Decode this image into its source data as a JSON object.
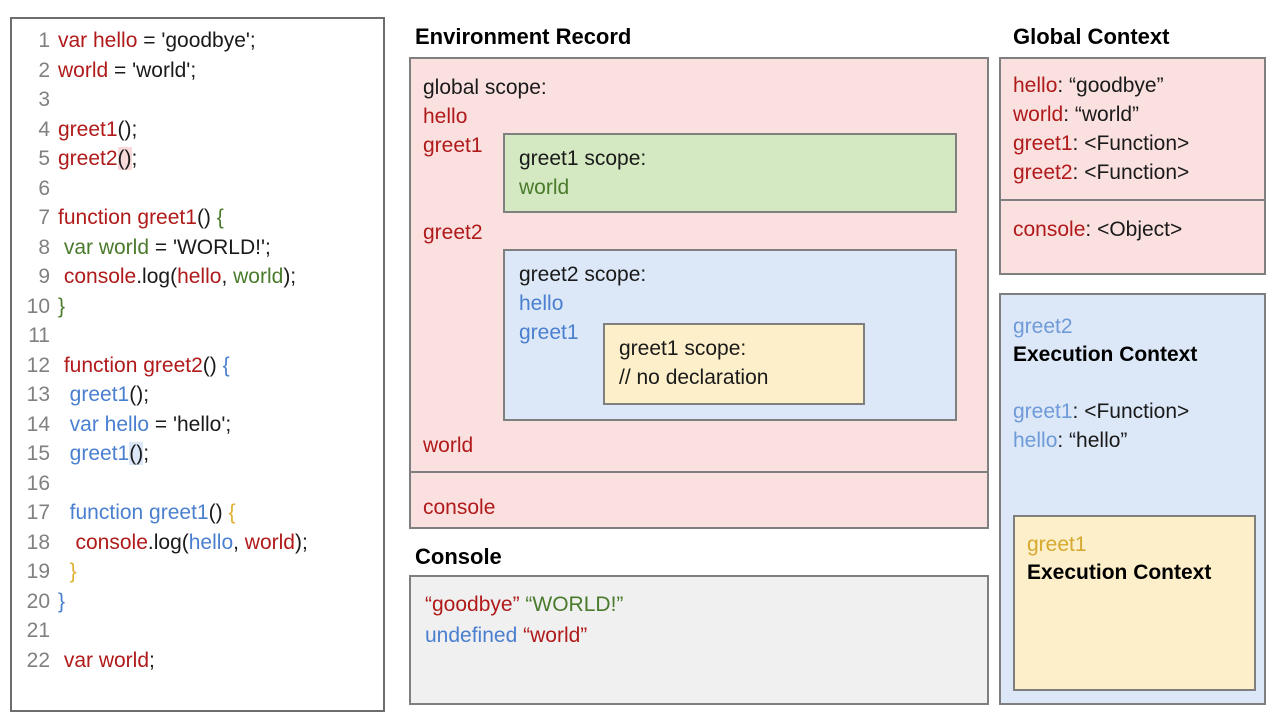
{
  "code": {
    "lines": [
      {
        "n": "1",
        "tokens": [
          {
            "t": "var hello",
            "c": "red"
          },
          {
            "t": " = 'goodbye';",
            "c": "blk"
          }
        ]
      },
      {
        "n": "2",
        "tokens": [
          {
            "t": "world",
            "c": "red"
          },
          {
            "t": " = 'world';",
            "c": "blk"
          }
        ]
      },
      {
        "n": "3",
        "tokens": []
      },
      {
        "n": "4",
        "tokens": [
          {
            "t": "greet1",
            "c": "red"
          },
          {
            "t": "();",
            "c": "blk"
          }
        ]
      },
      {
        "n": "5",
        "tokens": [
          {
            "t": "greet2",
            "c": "red"
          },
          {
            "t": "()",
            "c": "blk",
            "hl": "red"
          },
          {
            "t": ";",
            "c": "blk"
          }
        ]
      },
      {
        "n": "6",
        "tokens": []
      },
      {
        "n": "7",
        "tokens": [
          {
            "t": "function greet1",
            "c": "red"
          },
          {
            "t": "() ",
            "c": "blk"
          },
          {
            "t": "{",
            "c": "green"
          }
        ]
      },
      {
        "n": "8",
        "tokens": [
          {
            "t": " var world",
            "c": "green"
          },
          {
            "t": " = 'WORLD!';",
            "c": "blk"
          }
        ]
      },
      {
        "n": "9",
        "tokens": [
          {
            "t": " console",
            "c": "red"
          },
          {
            "t": ".log(",
            "c": "blk"
          },
          {
            "t": "hello",
            "c": "red"
          },
          {
            "t": ", ",
            "c": "blk"
          },
          {
            "t": "world",
            "c": "green"
          },
          {
            "t": ");",
            "c": "blk"
          }
        ]
      },
      {
        "n": "10",
        "tokens": [
          {
            "t": "}",
            "c": "green"
          }
        ]
      },
      {
        "n": "11",
        "tokens": []
      },
      {
        "n": "12",
        "tokens": [
          {
            "t": " function greet2",
            "c": "red"
          },
          {
            "t": "() ",
            "c": "blk"
          },
          {
            "t": "{",
            "c": "blue"
          }
        ]
      },
      {
        "n": "13",
        "tokens": [
          {
            "t": "  greet1",
            "c": "blue"
          },
          {
            "t": "();",
            "c": "blk"
          }
        ]
      },
      {
        "n": "14",
        "tokens": [
          {
            "t": "  var hello",
            "c": "blue"
          },
          {
            "t": " = 'hello';",
            "c": "blk"
          }
        ]
      },
      {
        "n": "15",
        "tokens": [
          {
            "t": "  greet1",
            "c": "blue"
          },
          {
            "t": "()",
            "c": "blk",
            "hl": "blue"
          },
          {
            "t": ";",
            "c": "blk"
          }
        ]
      },
      {
        "n": "16",
        "tokens": []
      },
      {
        "n": "17",
        "tokens": [
          {
            "t": "  function greet1",
            "c": "blue"
          },
          {
            "t": "() ",
            "c": "blk"
          },
          {
            "t": "{",
            "c": "gold"
          }
        ]
      },
      {
        "n": "18",
        "tokens": [
          {
            "t": "   console",
            "c": "red"
          },
          {
            "t": ".log(",
            "c": "blk"
          },
          {
            "t": "hello",
            "c": "blue"
          },
          {
            "t": ", ",
            "c": "blk"
          },
          {
            "t": "world",
            "c": "red"
          },
          {
            "t": ");",
            "c": "blk"
          }
        ]
      },
      {
        "n": "19",
        "tokens": [
          {
            "t": "  }",
            "c": "gold"
          }
        ]
      },
      {
        "n": "20",
        "tokens": [
          {
            "t": "}",
            "c": "blue"
          }
        ]
      },
      {
        "n": "21",
        "tokens": []
      },
      {
        "n": "22",
        "tokens": [
          {
            "t": " var world",
            "c": "red"
          },
          {
            "t": ";",
            "c": "blk"
          }
        ]
      }
    ]
  },
  "env_record": {
    "title": "Environment Record",
    "global_scope_label": "global scope:",
    "globals_before": [
      "hello",
      "greet1"
    ],
    "greet2_label": "greet2",
    "world_label": "world",
    "console_label": "console",
    "greet1_scope": {
      "title": "greet1 scope:",
      "vars": [
        "world"
      ]
    },
    "greet2_scope": {
      "title": "greet2 scope:",
      "vars": [
        "hello",
        "greet1"
      ],
      "inner": {
        "title": "greet1 scope:",
        "comment": "// no declaration"
      }
    }
  },
  "console": {
    "title": "Console",
    "lines": [
      {
        "parts": [
          {
            "t": "“goodbye”",
            "c": "red"
          },
          {
            "t": " ",
            "c": "blk"
          },
          {
            "t": "“WORLD!”",
            "c": "green"
          }
        ]
      },
      {
        "parts": [
          {
            "t": "undefined",
            "c": "blue"
          },
          {
            "t": " ",
            "c": "blk"
          },
          {
            "t": "“world”",
            "c": "red"
          }
        ]
      }
    ]
  },
  "global_context": {
    "title": "Global Context",
    "vars": [
      {
        "key": "hello",
        "value": "“goodbye”"
      },
      {
        "key": "world",
        "value": "“world”"
      },
      {
        "key": "greet1",
        "value": "<Function>"
      },
      {
        "key": "greet2",
        "value": "<Function>"
      }
    ],
    "console": {
      "key": "console",
      "value": "<Object>"
    }
  },
  "greet2_execution_context": {
    "name": "greet2",
    "heading": "Execution Context",
    "vars": [
      {
        "key": "greet1",
        "value": "<Function>"
      },
      {
        "key": "hello",
        "value": "“hello”"
      }
    ],
    "greet1_execution_context": {
      "name": "greet1",
      "heading": "Execution Context"
    }
  },
  "colors": {
    "red": "#b01a1a",
    "green": "#4a7a2c",
    "blue": "#4a7fd0",
    "gold": "#e0b030",
    "pink_bg": "#fbe0e0",
    "green_bg": "#d4e8c2",
    "blue_bg": "#dce8f8",
    "yellow_bg": "#fcefc9",
    "panel_border": "#7f7f7f",
    "console_bg": "#f0f0f0"
  }
}
